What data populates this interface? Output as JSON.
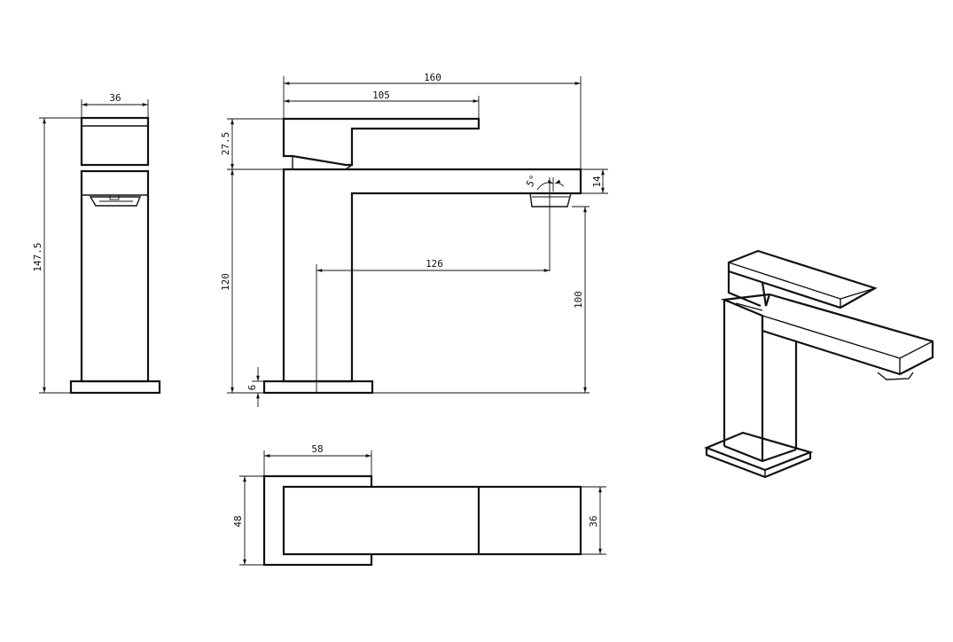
{
  "dimensions": {
    "side_width": "36",
    "side_height": "147.5",
    "front_total_length": "160",
    "front_lever_length": "105",
    "front_lever_height": "27.5",
    "front_spout_thickness": "14",
    "aerator_angle": "5°",
    "front_reach": "126",
    "front_body_height": "120",
    "front_spout_height": "100",
    "front_base_thickness": "6",
    "top_base_width": "58",
    "top_base_depth": "48",
    "top_body_depth": "36"
  }
}
